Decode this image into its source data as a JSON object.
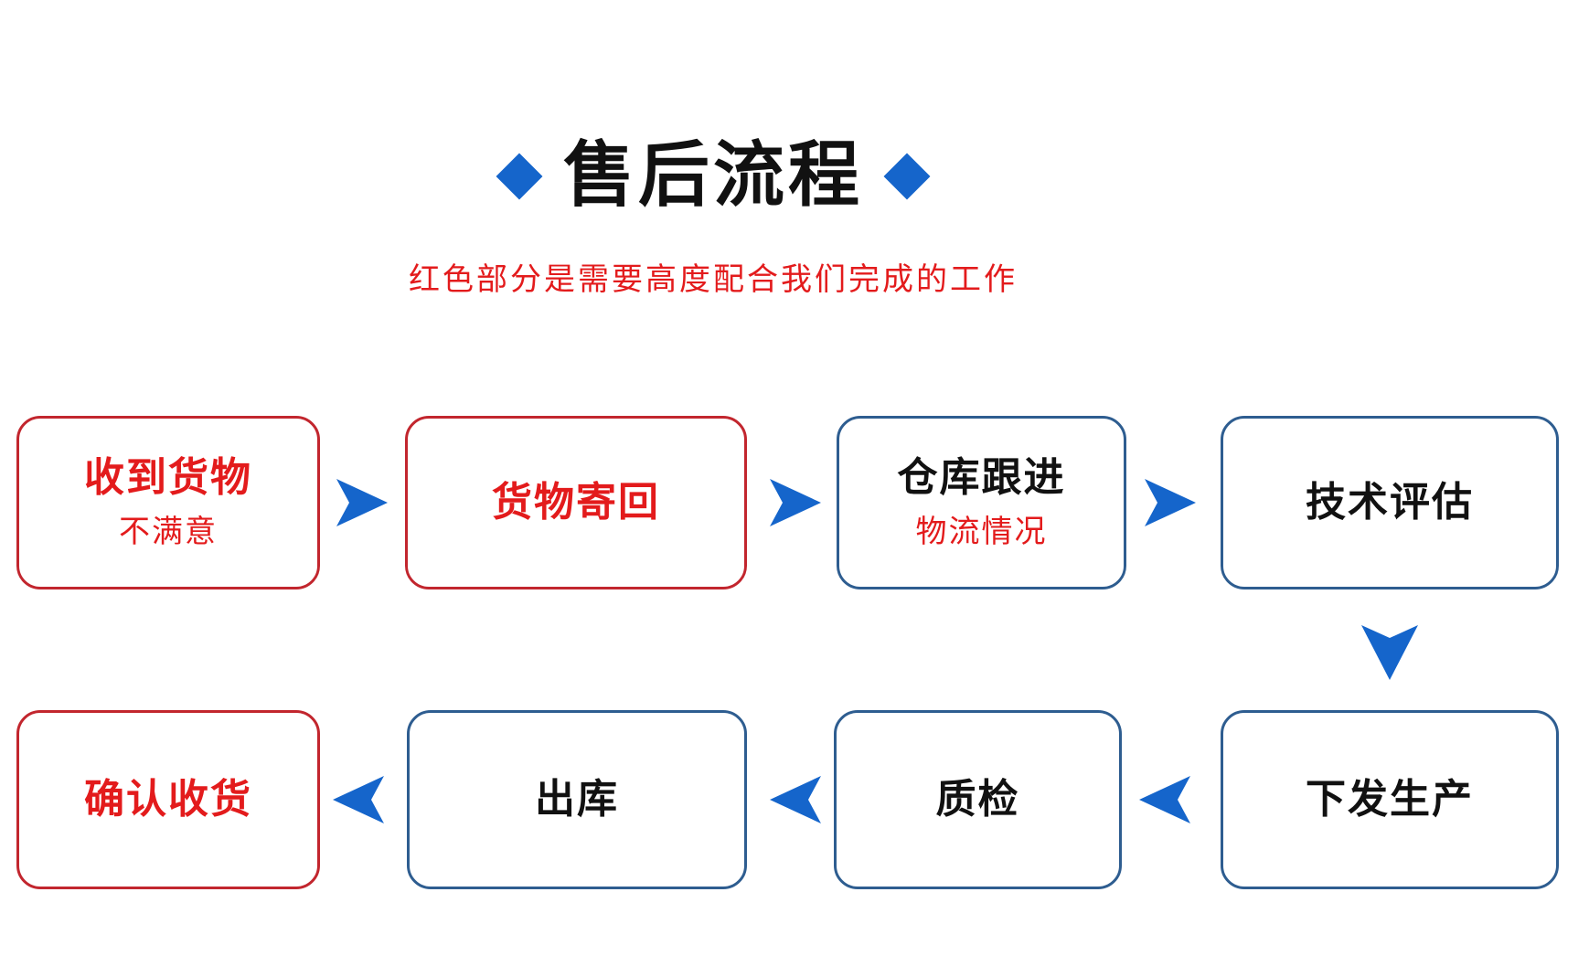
{
  "header": {
    "title": "售后流程",
    "subtitle": "红色部分是需要高度配合我们完成的工作"
  },
  "colors": {
    "accent_blue": "#1565cb",
    "border_blue": "#2e5d90",
    "border_red": "#c2262e",
    "text_red": "#e31b1c",
    "text_black": "#111111",
    "page_bg": "#ffffff"
  },
  "icons": {
    "diamond": "diamond-icon",
    "arrow_right": "arrow-right-icon",
    "arrow_left": "arrow-left-icon",
    "arrow_down": "arrow-down-icon"
  },
  "flow": {
    "rows": [
      {
        "direction": "left-to-right",
        "steps": [
          {
            "title": "收到货物",
            "subtitle": "不满意",
            "variant": "red"
          },
          {
            "title": "货物寄回",
            "variant": "red"
          },
          {
            "title": "仓库跟进",
            "subtitle": "物流情况",
            "variant": "blue"
          },
          {
            "title": "技术评估",
            "variant": "blue"
          }
        ]
      },
      {
        "direction": "right-to-left",
        "steps": [
          {
            "title": "下发生产",
            "variant": "blue"
          },
          {
            "title": "质检",
            "variant": "blue"
          },
          {
            "title": "出库",
            "variant": "blue"
          },
          {
            "title": "确认收货",
            "variant": "red"
          }
        ]
      }
    ]
  }
}
